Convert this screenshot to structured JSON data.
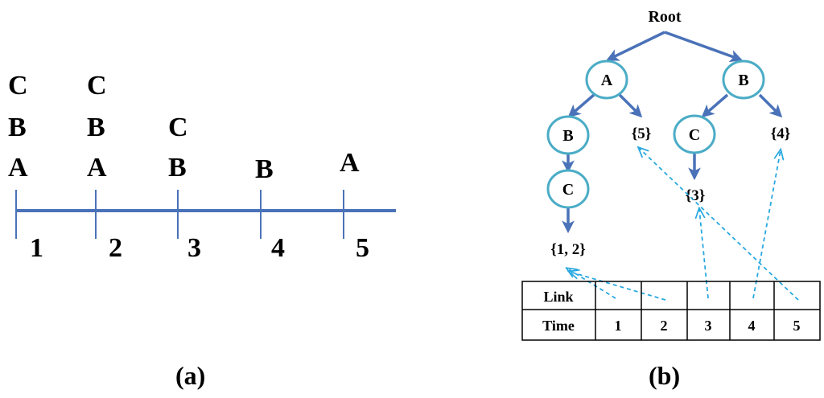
{
  "panel_a": {
    "caption": "(a)",
    "times": [
      {
        "label": "1",
        "items": [
          "A",
          "B",
          "C"
        ]
      },
      {
        "label": "2",
        "items": [
          "A",
          "B",
          "C"
        ]
      },
      {
        "label": "3",
        "items": [
          "B",
          "C"
        ]
      },
      {
        "label": "4",
        "items": [
          "B"
        ]
      },
      {
        "label": "5",
        "items": [
          "A"
        ]
      }
    ]
  },
  "panel_b": {
    "caption": "(b)",
    "root": "Root",
    "nodes": {
      "a": "A",
      "b_top": "B",
      "b_left": "B",
      "c_left": "C",
      "c_mid": "C"
    },
    "leaves": {
      "five": "{5}",
      "four": "{4}",
      "three": "{3}",
      "one_two": "{1, 2}"
    },
    "table": {
      "link_header": "Link",
      "time_header": "Time",
      "times": [
        "1",
        "2",
        "3",
        "4",
        "5"
      ]
    }
  },
  "colors": {
    "line": "#4a72b8",
    "node_stroke": "#4bacc6",
    "dashed": "#29a8e0",
    "text": "#000000"
  }
}
